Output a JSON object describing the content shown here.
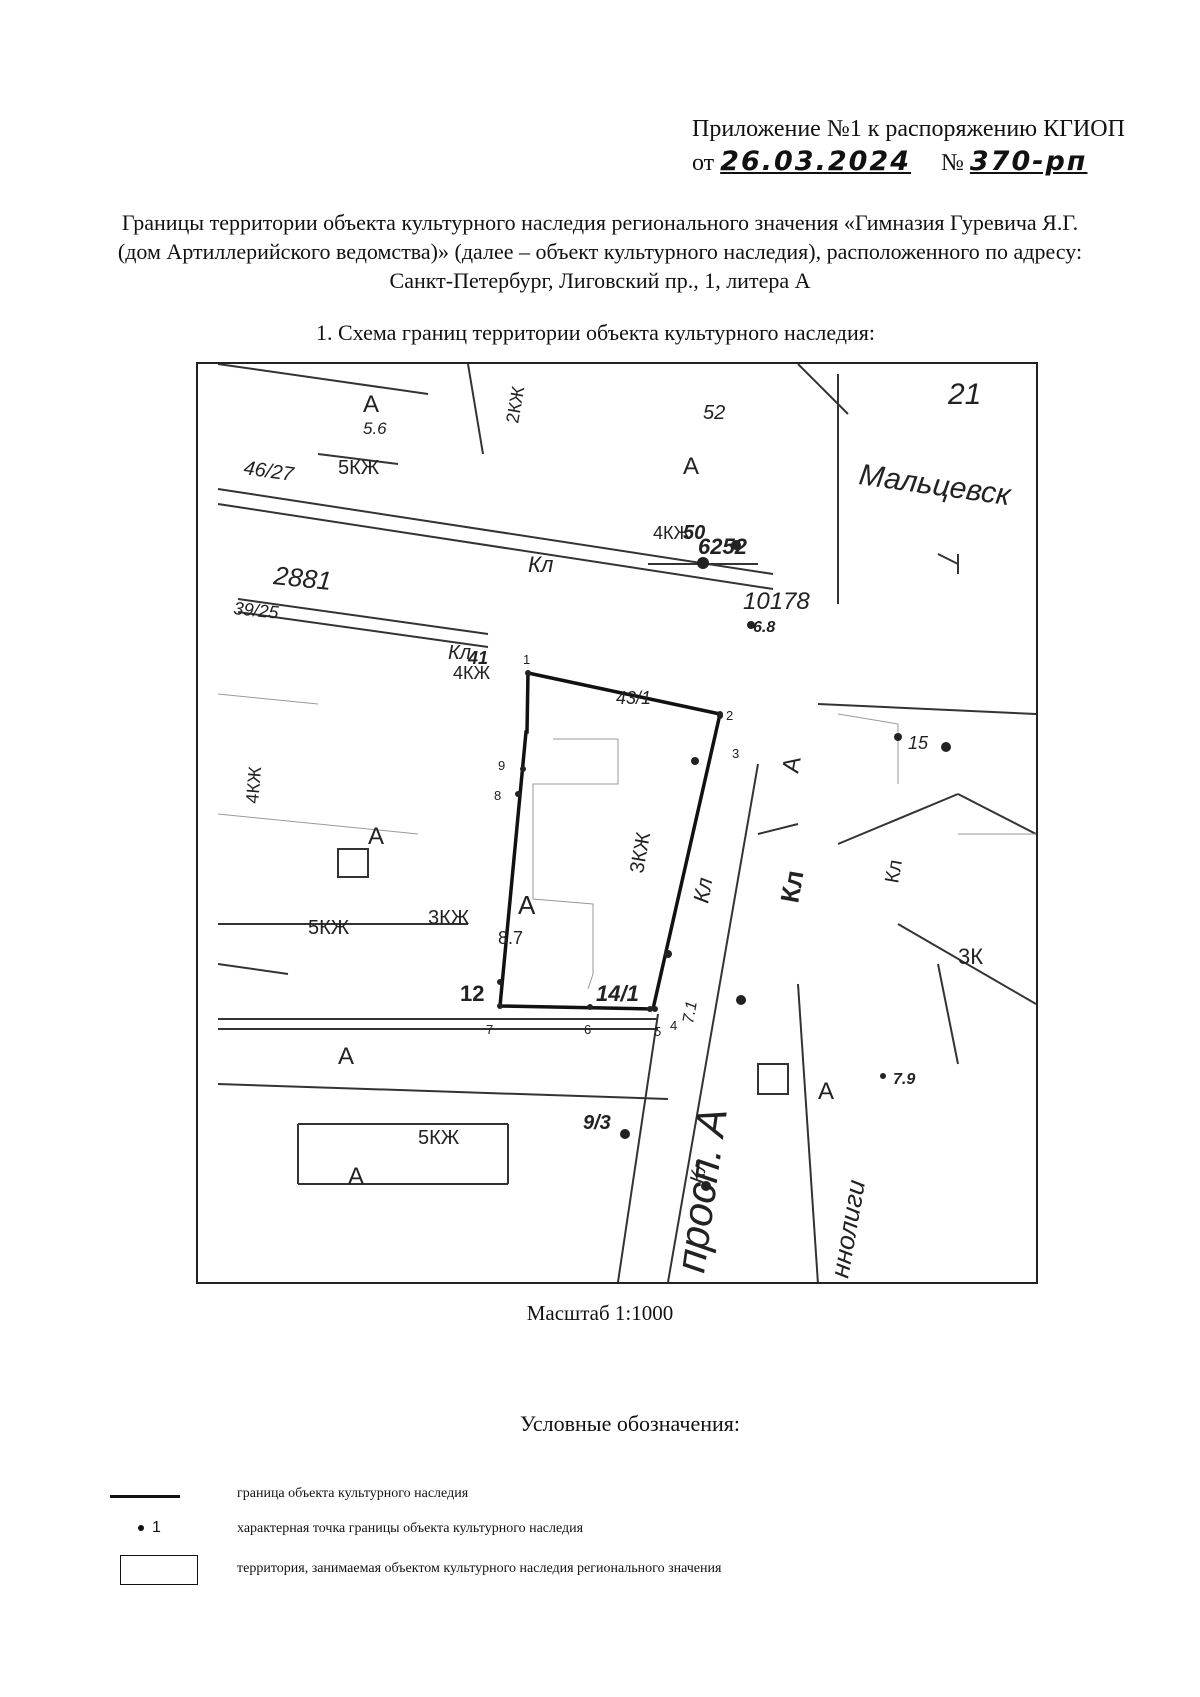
{
  "header": {
    "line1": "Приложение №1 к распоряжению КГИОП",
    "prefix_from": "от",
    "date": "26.03.2024",
    "prefix_no": "№",
    "number": "370-рп"
  },
  "title": "Границы территории объекта культурного наследия регионального значения «Гимназия Гуревича Я.Г. (дом Артиллерийского ведомства)» (далее – объект культурного наследия), расположенного по адресу: Санкт-Петербург, Лиговский пр., 1, литера А",
  "section_heading": "1.  Схема границ территории объекта культурного наследия:",
  "map": {
    "boundary_points": [
      "1",
      "2",
      "3",
      "4",
      "5",
      "6",
      "7",
      "8",
      "9"
    ],
    "street_labels": [
      "Мальцевск",
      "просп. А",
      "ннолиги"
    ],
    "building_labels": [
      "А",
      "А",
      "А",
      "А",
      "А",
      "А",
      "А",
      "А",
      "5КЖ",
      "4КЖ",
      "4КЖ",
      "3КЖ",
      "3КЖ",
      "5КЖ",
      "5КЖ",
      "3К",
      "4КЖ",
      "2КЖ",
      "Кл",
      "Кл",
      "Кл",
      "Кл",
      "Кл",
      "Кл"
    ],
    "numbers": [
      "21",
      "52",
      "46/27",
      "50",
      "6252",
      "10178",
      "6.8",
      "2881",
      "39/25",
      "41",
      "43/1",
      "15",
      "8.7",
      "12",
      "14/1",
      "7.1",
      "7.9",
      "9/3",
      "5.6"
    ]
  },
  "scale": "Масштаб 1:1000",
  "legend": {
    "title": "Условные обозначения:",
    "point_symbol": "1",
    "items": [
      "граница объекта культурного наследия",
      "характерная точка границы объекта культурного наследия",
      "территория, занимаемая объектом культурного наследия регионального значения"
    ]
  }
}
